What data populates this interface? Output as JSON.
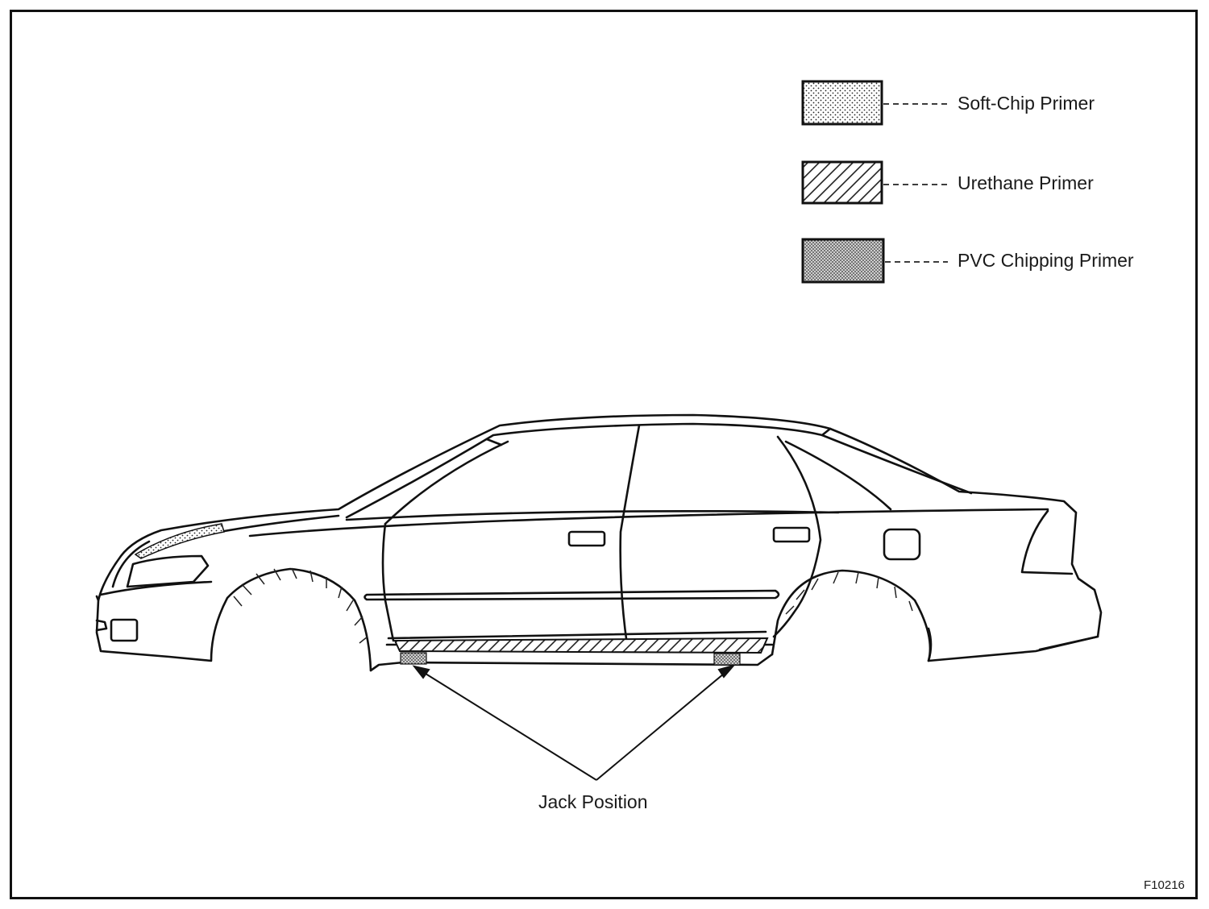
{
  "legend": {
    "items": [
      {
        "label": "Soft-Chip  Primer",
        "pattern": "dots-fine"
      },
      {
        "label": "Urethane Primer",
        "pattern": "hatch-diagonal"
      },
      {
        "label": "PVC Chipping Primer",
        "pattern": "dots-dense"
      }
    ]
  },
  "callout": {
    "label": "Jack Position"
  },
  "figure_id": "F10216",
  "colors": {
    "line": "#111111",
    "background": "#ffffff"
  }
}
